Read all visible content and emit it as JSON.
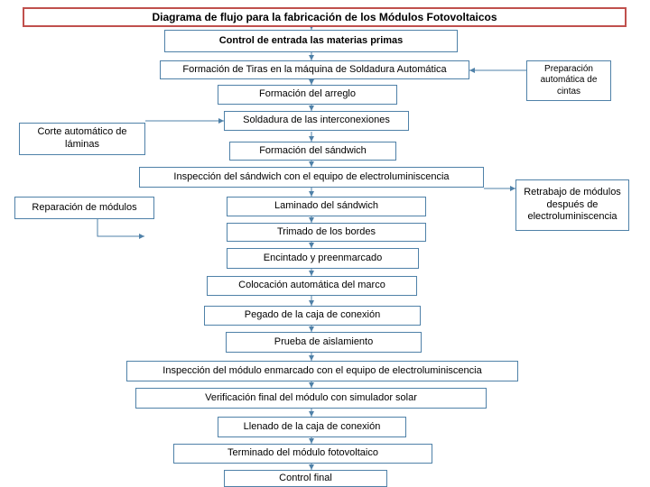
{
  "diagram": {
    "title": "Diagrama de flujo para la fabricación de los Módulos Fotovoltaicos",
    "accent_border": "#4f81a8",
    "title_border": "#c0504d",
    "nodes": [
      {
        "id": "control_entrada",
        "label": "Control de entrada las materias primas"
      },
      {
        "id": "formacion_tiras",
        "label": "Formación de Tiras en la máquina de Soldadura Automática"
      },
      {
        "id": "preparacion_cintas",
        "label": "Preparación automática de cintas"
      },
      {
        "id": "formacion_arreglo",
        "label": "Formación del arreglo"
      },
      {
        "id": "corte_laminas",
        "label": "Corte automático de láminas"
      },
      {
        "id": "soldadura_interconexiones",
        "label": "Soldadura de las interconexiones"
      },
      {
        "id": "formacion_sandwich",
        "label": "Formación del sándwich"
      },
      {
        "id": "inspeccion_sandwich",
        "label": "Inspección del sándwich con el equipo de electroluminiscencia"
      },
      {
        "id": "retrabajo_modulos",
        "label": "Retrabajo de módulos después de electroluminiscencia"
      },
      {
        "id": "reparacion_modulos",
        "label": "Reparación de módulos"
      },
      {
        "id": "laminado_sandwich",
        "label": "Laminado del sándwich"
      },
      {
        "id": "trimado_bordes",
        "label": "Trimado de los bordes"
      },
      {
        "id": "encintado_preenmarcado",
        "label": "Encintado y preenmarcado"
      },
      {
        "id": "colocacion_marco",
        "label": "Colocación automática del marco"
      },
      {
        "id": "pegado_caja",
        "label": "Pegado de la caja de conexión"
      },
      {
        "id": "prueba_aislamiento",
        "label": "Prueba de aislamiento"
      },
      {
        "id": "inspeccion_modulo",
        "label": "Inspección del módulo enmarcado con el equipo de electroluminiscencia"
      },
      {
        "id": "verificacion_final",
        "label": "Verificación final del módulo con simulador solar"
      },
      {
        "id": "llenado_caja",
        "label": "Llenado de la caja de conexión"
      },
      {
        "id": "terminado_modulo",
        "label": "Terminado del módulo fotovoltaico"
      },
      {
        "id": "control_final",
        "label": "Control final"
      }
    ]
  }
}
